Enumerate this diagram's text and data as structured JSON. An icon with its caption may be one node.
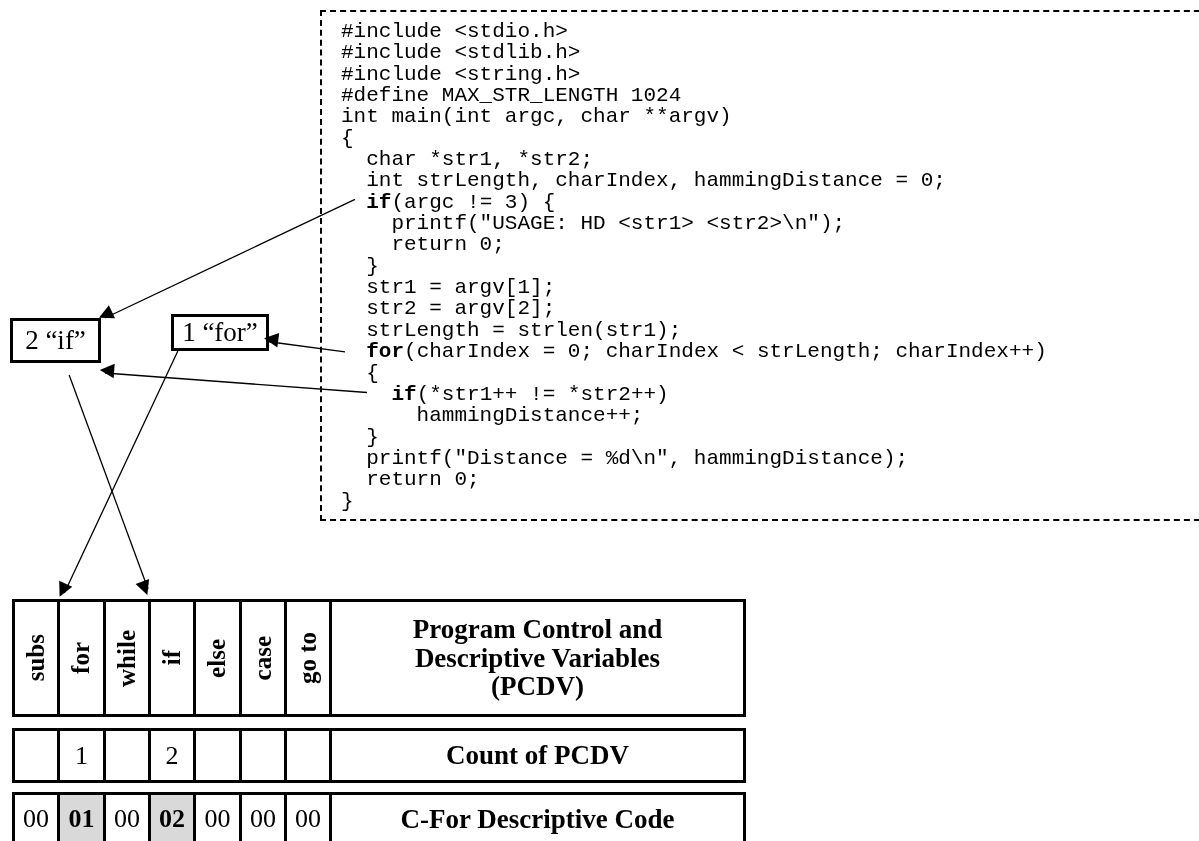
{
  "diagram": {
    "nodes": [
      {
        "text": [],
        "shape": "box"
      },
      {
        "text": [
          "#include <stdio.h>"
        ],
        "in": 0
      },
      {
        "text": [
          "#include <stdlib.h>"
        ],
        "in": 0
      },
      {
        "text": [
          "#include <string.h>"
        ],
        "in": 0
      },
      {
        "text": [
          "#define MAX_STR_LENGTH 1024"
        ],
        "in": 0
      },
      {
        "text": [
          "int main(int argc, char **argv)"
        ],
        "in": 0
      },
      {
        "text": [
          "{"
        ],
        "in": 0
      },
      {
        "text": [
          "  char *str1, *str2;"
        ],
        "in": 0
      },
      {
        "text": [
          "  int strLength, charIndex, hammingDistance = 0;"
        ],
        "in": 0
      },
      {
        "text": [
          "  **if**(argc != 3) {"
        ],
        "in": 0
      },
      {
        "text": [
          "    printf(\"USAGE: HD <str1> <str2>\\n\");"
        ],
        "in": 0
      },
      {
        "text": [
          "    return 0;"
        ],
        "in": 0
      },
      {
        "text": [
          "  }"
        ],
        "in": 0
      },
      {
        "text": [
          "  str1 = argv[1];"
        ],
        "in": 0
      },
      {
        "text": [
          "  str2 = argv[2];"
        ],
        "in": 0
      },
      {
        "text": [
          "  strLength = strlen(str1);"
        ],
        "in": 0
      },
      {
        "text": [
          "  **for**(charIndex = 0; charIndex < strLength; charIndex++)"
        ],
        "in": 0
      },
      {
        "text": [
          "  {"
        ],
        "in": 0
      },
      {
        "text": [
          "    **if**(*str1++ != *str2++)"
        ],
        "in": 0
      },
      {
        "text": [
          "      hammingDistance++;"
        ],
        "in": 0
      },
      {
        "text": [
          "  }"
        ],
        "in": 0
      },
      {
        "text": [
          "  printf(\"Distance = %d\\n\", hammingDistance);"
        ],
        "in": 0
      },
      {
        "text": [
          "  return 0;"
        ],
        "in": 0
      },
      {
        "text": [
          "}"
        ],
        "in": 0
      },
      {
        "text": [
          "2 “if”"
        ]
      },
      {
        "text": [
          "1 “for”"
        ]
      },
      {
        "text": [
          "subs"
        ]
      },
      {
        "text": [
          "for"
        ]
      },
      {
        "text": [
          "while"
        ]
      },
      {
        "text": [
          "if"
        ]
      },
      {
        "text": [
          "else"
        ]
      },
      {
        "text": [
          "case"
        ]
      },
      {
        "text": [
          "go to"
        ]
      },
      {
        "text": [
          "Program Control and Descriptive Variables (PCDV)"
        ]
      }
    ],
    "edges": [
      {
        "from": 9,
        "to": 24,
        "arrow": "to"
      },
      {
        "from": 16,
        "to": 25,
        "arrow": "to"
      },
      {
        "from": 18,
        "to": 24,
        "arrow": "to"
      },
      {
        "from": 25,
        "to": 27,
        "arrow": "to"
      },
      {
        "from": 24,
        "to": 29,
        "arrow": "to"
      }
    ],
    "labels": [
      "1",
      "2",
      "Count of PCDV",
      "00",
      "01",
      "00",
      "02",
      "00",
      "00",
      "00",
      "C-For Descriptive Code"
    ]
  }
}
